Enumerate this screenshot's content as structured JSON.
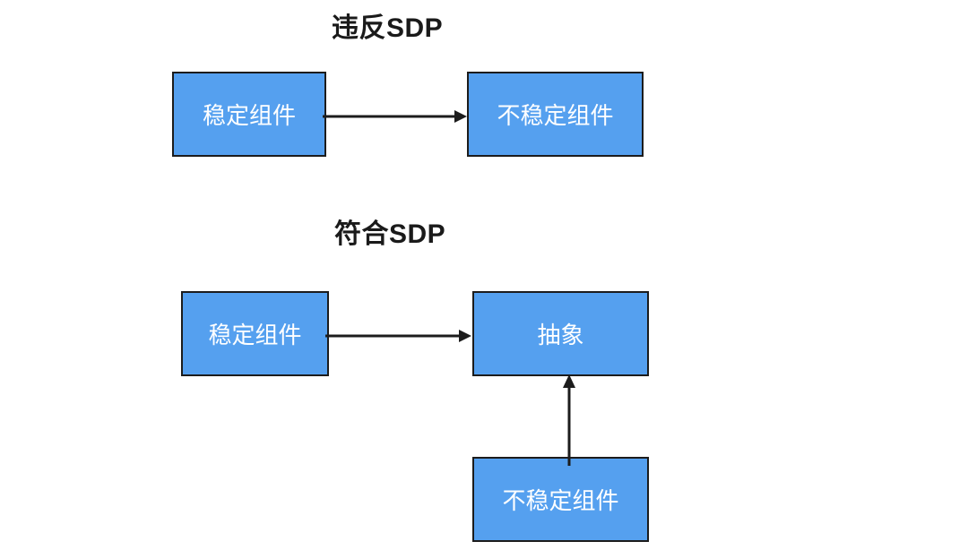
{
  "diagram": {
    "type": "flow",
    "background_color": "#ffffff",
    "box_fill_color": "#55a0ef",
    "box_border_color": "#1c1c1c",
    "box_text_color": "#ffffff",
    "title_color": "#1a1a1a",
    "sections": [
      {
        "id": "violate",
        "title": "违反SDP",
        "nodes": [
          {
            "id": "stable-1",
            "label": "稳定组件"
          },
          {
            "id": "unstable-1",
            "label": "不稳定组件"
          }
        ],
        "edges": [
          {
            "from": "stable-1",
            "to": "unstable-1",
            "direction": "right"
          }
        ]
      },
      {
        "id": "comply",
        "title": "符合SDP",
        "nodes": [
          {
            "id": "stable-2",
            "label": "稳定组件"
          },
          {
            "id": "abstract",
            "label": "抽象"
          },
          {
            "id": "unstable-2",
            "label": "不稳定组件"
          }
        ],
        "edges": [
          {
            "from": "stable-2",
            "to": "abstract",
            "direction": "right"
          },
          {
            "from": "unstable-2",
            "to": "abstract",
            "direction": "up"
          }
        ]
      }
    ]
  }
}
